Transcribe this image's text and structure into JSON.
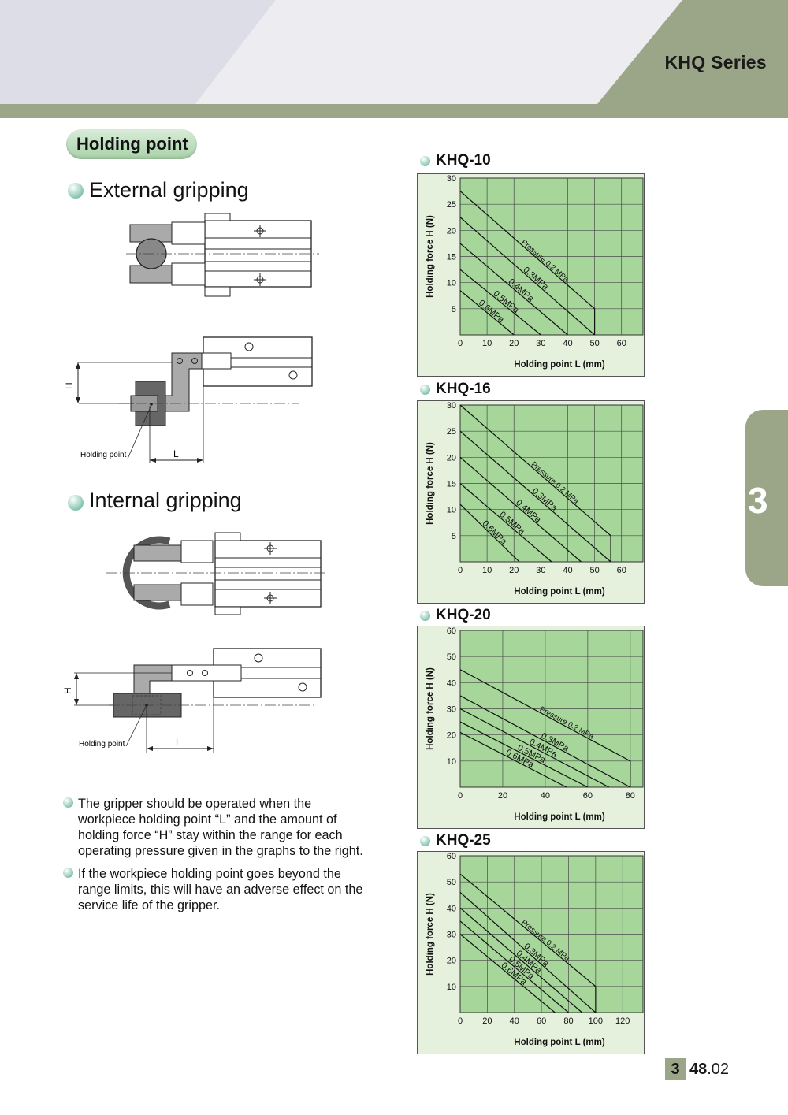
{
  "header": {
    "series_title": "KHQ Series",
    "band_color": "#9aa687",
    "panel_color": "#dcdde6"
  },
  "section": {
    "title": "Holding point",
    "external": "External gripping",
    "internal": "Internal gripping",
    "diagram_labels": {
      "holding_point": "Holding point",
      "h": "H",
      "l": "L"
    }
  },
  "notes": [
    "The gripper should be operated when the workpiece holding point “L” and the amount of holding force “H” stay within the range for each operating pressure given in the graphs to the right.",
    "If the workpiece holding point goes beyond the range limits, this will have an adverse effect on the service life of the gripper."
  ],
  "side_tab": "3",
  "page_number": {
    "chapter": "3",
    "main": "48",
    "sub": ".02"
  },
  "chart_data": [
    {
      "type": "line",
      "title": "KHQ-10",
      "xlabel": "Holding point L (mm)",
      "ylabel": "Holding force H (N)",
      "xlim": [
        0,
        68
      ],
      "ylim": [
        0,
        30
      ],
      "xticks": [
        0,
        10,
        20,
        30,
        40,
        50,
        60
      ],
      "yticks": [
        5,
        10,
        15,
        20,
        25,
        30
      ],
      "grid": true,
      "series": [
        {
          "name": "Pressure 0.2 MPa",
          "x": [
            0,
            50,
            50
          ],
          "y": [
            27.5,
            5,
            0
          ]
        },
        {
          "name": "0.3MPa",
          "x": [
            0,
            50
          ],
          "y": [
            22.5,
            0
          ]
        },
        {
          "name": "0.4MPa",
          "x": [
            0,
            40
          ],
          "y": [
            17.5,
            0
          ]
        },
        {
          "name": "0.5MPa",
          "x": [
            0,
            30
          ],
          "y": [
            12.5,
            0
          ]
        },
        {
          "name": "0.6MPa",
          "x": [
            0,
            20
          ],
          "y": [
            8.5,
            0
          ]
        }
      ]
    },
    {
      "type": "line",
      "title": "KHQ-16",
      "xlabel": "Holding point L (mm)",
      "ylabel": "Holding force H (N)",
      "xlim": [
        0,
        68
      ],
      "ylim": [
        0,
        30
      ],
      "xticks": [
        0,
        10,
        20,
        30,
        40,
        50,
        60
      ],
      "yticks": [
        5,
        10,
        15,
        20,
        25,
        30
      ],
      "grid": true,
      "series": [
        {
          "name": "Pressure 0.2 MPa",
          "x": [
            0,
            56,
            56
          ],
          "y": [
            30,
            5,
            0
          ]
        },
        {
          "name": "0.3MPa",
          "x": [
            0,
            56
          ],
          "y": [
            25,
            0
          ]
        },
        {
          "name": "0.4MPa",
          "x": [
            0,
            45
          ],
          "y": [
            20,
            0
          ]
        },
        {
          "name": "0.5MPa",
          "x": [
            0,
            34
          ],
          "y": [
            15,
            0
          ]
        },
        {
          "name": "0.6MPa",
          "x": [
            0,
            22
          ],
          "y": [
            11,
            0
          ]
        }
      ]
    },
    {
      "type": "line",
      "title": "KHQ-20",
      "xlabel": "Holding point L (mm)",
      "ylabel": "Holding force H (N)",
      "xlim": [
        0,
        86
      ],
      "ylim": [
        0,
        60
      ],
      "xticks": [
        0,
        20,
        40,
        60,
        80
      ],
      "yticks": [
        10,
        20,
        30,
        40,
        50,
        60
      ],
      "grid": true,
      "series": [
        {
          "name": "Pressure 0.2 MPa",
          "x": [
            0,
            80,
            80
          ],
          "y": [
            45,
            10,
            0
          ]
        },
        {
          "name": "0.3MPa",
          "x": [
            0,
            80
          ],
          "y": [
            35,
            0
          ]
        },
        {
          "name": "0.4MPa",
          "x": [
            0,
            70
          ],
          "y": [
            30,
            0
          ]
        },
        {
          "name": "0.5MPa",
          "x": [
            0,
            60
          ],
          "y": [
            25,
            0
          ]
        },
        {
          "name": "0.6MPa",
          "x": [
            0,
            50
          ],
          "y": [
            21,
            0
          ]
        }
      ]
    },
    {
      "type": "line",
      "title": "KHQ-25",
      "xlabel": "Holding point L (mm)",
      "ylabel": "Holding force H (N)",
      "xlim": [
        0,
        135
      ],
      "ylim": [
        0,
        60
      ],
      "xticks": [
        0,
        20,
        40,
        60,
        80,
        100,
        120
      ],
      "yticks": [
        10,
        20,
        30,
        40,
        50,
        60
      ],
      "grid": true,
      "series": [
        {
          "name": "Pressure 0.2 MPa",
          "x": [
            0,
            100,
            100
          ],
          "y": [
            53,
            10,
            0
          ]
        },
        {
          "name": "0.3MPa",
          "x": [
            0,
            100
          ],
          "y": [
            46,
            0
          ]
        },
        {
          "name": "0.4MPa",
          "x": [
            0,
            90
          ],
          "y": [
            40,
            0
          ]
        },
        {
          "name": "0.5MPa",
          "x": [
            0,
            80
          ],
          "y": [
            35,
            0
          ]
        },
        {
          "name": "0.6MPa",
          "x": [
            0,
            70
          ],
          "y": [
            30,
            0
          ]
        }
      ]
    }
  ]
}
